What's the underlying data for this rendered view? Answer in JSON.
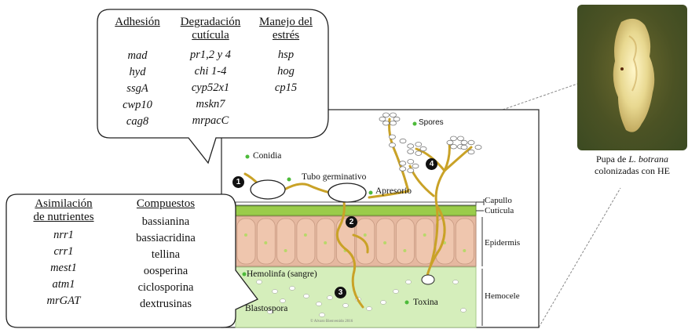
{
  "top_box": {
    "col1": {
      "header": "Adhesión",
      "genes": [
        "mad",
        "hyd",
        "ssgA",
        "cwp10",
        "cag8"
      ]
    },
    "col2": {
      "header_lines": [
        "Degradación",
        "cutícula"
      ],
      "genes": [
        "pr1,2 y 4",
        "chi 1-4",
        "cyp52x1",
        "mskn7",
        "mrpacC"
      ]
    },
    "col3": {
      "header_lines": [
        "Manejo del",
        "estrés"
      ],
      "genes": [
        "hsp",
        "hog",
        "cp15"
      ]
    }
  },
  "bottom_box": {
    "col1": {
      "header_lines": [
        "Asimilación",
        "de nutrientes"
      ],
      "genes": [
        "nrr1",
        "crr1",
        "mest1",
        "atm1",
        "mrGAT"
      ]
    },
    "col2": {
      "header": "Compuestos",
      "items": [
        "bassianina",
        "bassiacridina",
        "tellina",
        "oosperina",
        "ciclosporina",
        "dextrusinas"
      ]
    }
  },
  "diagram": {
    "labels": {
      "conidia": "Conidia",
      "tubo": "Tubo germinativo",
      "apresorio": "Apresorio",
      "spores": "Spores",
      "hemolinfa": "Hemolinfa (sangre)",
      "blastospora": "Blastospora",
      "toxina": "Toxina",
      "copyright": "© Alvaro Bienvenido 2016"
    },
    "steps": [
      "1",
      "2",
      "3",
      "4"
    ],
    "layers": [
      "Capullo",
      "Cutícula",
      "Epidermis",
      "Hemocele"
    ]
  },
  "photo": {
    "caption_prefix": "Pupa de ",
    "caption_species": "L. botrana",
    "caption_line2": "colonizadas con HE"
  },
  "colors": {
    "hyphae": "#c9a227",
    "cuticle": "#9acc4a",
    "epidermis": "#e7b9a2",
    "hemocoel": "#d5eebb",
    "green_dot": "#4dbb3a"
  }
}
